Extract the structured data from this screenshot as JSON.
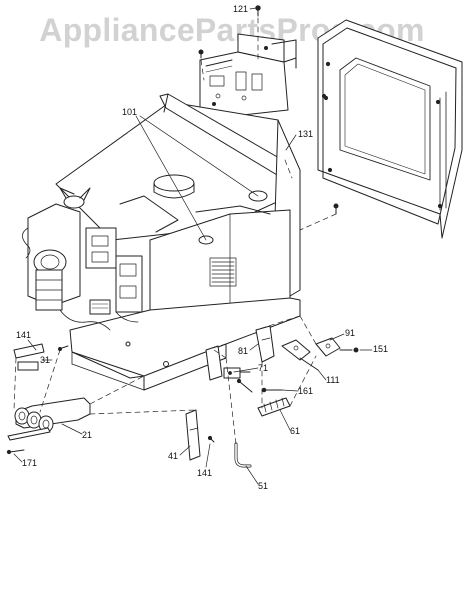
{
  "watermark": "AppliancePartsPros.com",
  "callouts": {
    "c121": "121",
    "c101": "101",
    "c131": "131",
    "c141a": "141",
    "c31": "31",
    "c91": "91",
    "c151": "151",
    "c81": "81",
    "c71": "71",
    "c111": "111",
    "c161": "161",
    "c61": "61",
    "c21": "21",
    "c171": "171",
    "c41": "41",
    "c141b": "141",
    "c51": "51"
  }
}
